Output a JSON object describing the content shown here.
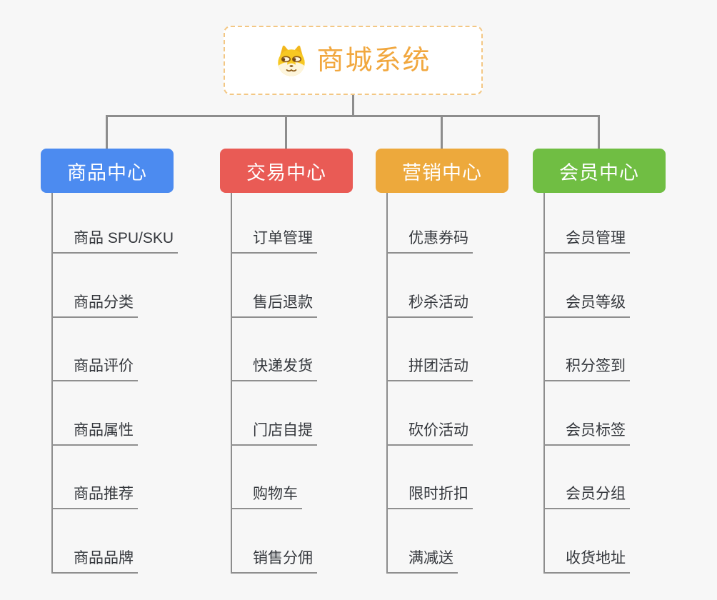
{
  "root": {
    "title": "商城系统",
    "icon": "doge-icon",
    "text_color": "#f1a73e",
    "border_color": "#f3c784",
    "fill": "#ffffff"
  },
  "colors": {
    "background": "#f7f7f7",
    "connector": "#8d8d8d",
    "leaf_underline": "#8f8f8f",
    "leaf_text": "#35383d"
  },
  "branches": [
    {
      "label": "商品中心",
      "color": "#4c8bf0",
      "items": [
        "商品 SPU/SKU",
        "商品分类",
        "商品评价",
        "商品属性",
        "商品推荐",
        "商品品牌"
      ]
    },
    {
      "label": "交易中心",
      "color": "#e95b55",
      "items": [
        "订单管理",
        "售后退款",
        "快递发货",
        "门店自提",
        "购物车",
        "销售分佣"
      ]
    },
    {
      "label": "营销中心",
      "color": "#eda93c",
      "items": [
        "优惠券码",
        "秒杀活动",
        "拼团活动",
        "砍价活动",
        "限时折扣",
        "满减送"
      ]
    },
    {
      "label": "会员中心",
      "color": "#70be43",
      "items": [
        "会员管理",
        "会员等级",
        "积分签到",
        "会员标签",
        "会员分组",
        "收货地址"
      ]
    }
  ]
}
